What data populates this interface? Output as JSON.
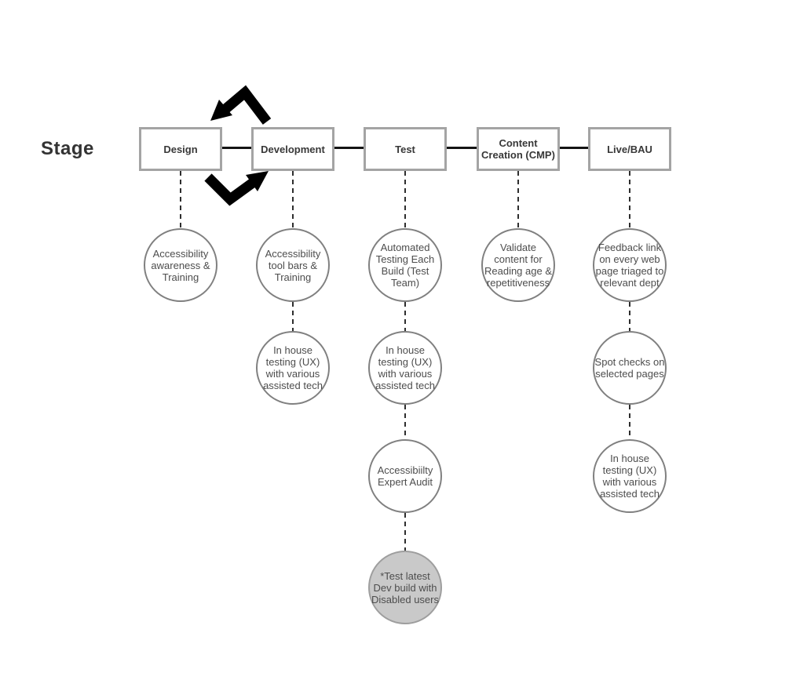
{
  "stage_label": "Stage",
  "colors": {
    "background": "#ffffff",
    "box_border": "#a4a4a4",
    "box_text": "#383838",
    "circle_border": "#808080",
    "circle_text": "#4d4d4d",
    "filled_circle_fill": "#c9c9c9",
    "filled_circle_border": "#9e9e9e",
    "connector_line": "#141414",
    "dashed_line": "#2e2e2e",
    "arrow": "#000000"
  },
  "stages": [
    {
      "label": "Design",
      "circles": [
        {
          "text": "Accessibility awareness & Training",
          "filled": false
        }
      ]
    },
    {
      "label": "Development",
      "circles": [
        {
          "text": "Accessibility tool bars & Training",
          "filled": false
        },
        {
          "text": "In house testing (UX) with various assisted tech",
          "filled": false
        }
      ]
    },
    {
      "label": "Test",
      "circles": [
        {
          "text": "Automated Testing Each Build (Test Team)",
          "filled": false
        },
        {
          "text": "In house testing (UX) with various assisted tech",
          "filled": false
        },
        {
          "text": "Accessibiilty Expert Audit",
          "filled": false
        },
        {
          "text": "*Test latest Dev build with Disabled users",
          "filled": true
        }
      ]
    },
    {
      "label": "Content Creation (CMP)",
      "circles": [
        {
          "text": "Validate content for Reading age & repetitiveness",
          "filled": false
        }
      ]
    },
    {
      "label": "Live/BAU",
      "circles": [
        {
          "text": "Feedback link on every web page triaged to relevant dept",
          "filled": false
        },
        {
          "text": "Spot checks on selected pages",
          "filled": false
        },
        {
          "text": "In house testing (UX) with various assisted tech",
          "filled": false
        }
      ]
    }
  ]
}
